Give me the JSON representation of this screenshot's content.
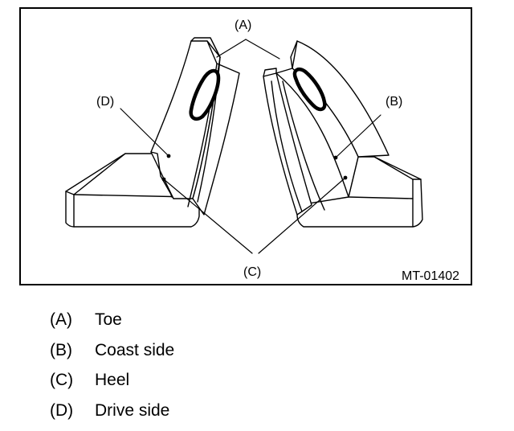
{
  "figure": {
    "code": "MT-01402",
    "callouts": {
      "a": "(A)",
      "b": "(B)",
      "c": "(C)",
      "d": "(D)"
    },
    "stroke_color": "#000000"
  },
  "legend": [
    {
      "key": "(A)",
      "text": "Toe"
    },
    {
      "key": "(B)",
      "text": "Coast side"
    },
    {
      "key": "(C)",
      "text": "Heel"
    },
    {
      "key": "(D)",
      "text": "Drive side"
    }
  ]
}
